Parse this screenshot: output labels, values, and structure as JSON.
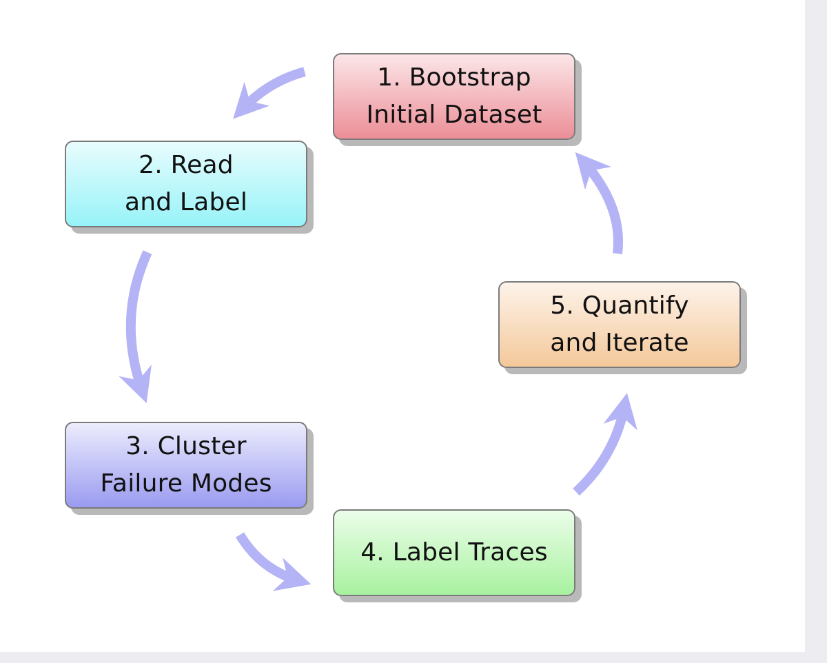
{
  "diagram": {
    "type": "cycle",
    "arrow_color": "#b3b3f6",
    "steps": [
      {
        "id": "n1",
        "line1": "1.  Bootstrap",
        "line2": "Initial Dataset",
        "color": "#ec8e97"
      },
      {
        "id": "n2",
        "line1": "2.  Read",
        "line2": "and Label",
        "color": "#97f3f8"
      },
      {
        "id": "n3",
        "line1": "3.  Cluster",
        "line2": "Failure Modes",
        "color": "#9a9bf0"
      },
      {
        "id": "n4",
        "line1": "4.  Label Traces",
        "line2": "",
        "color": "#a8f2a0"
      },
      {
        "id": "n5",
        "line1": "5.  Quantify",
        "line2": "and Iterate",
        "color": "#f4c89a"
      }
    ],
    "edges": [
      {
        "from": "n1",
        "to": "n2"
      },
      {
        "from": "n2",
        "to": "n3"
      },
      {
        "from": "n3",
        "to": "n4"
      },
      {
        "from": "n4",
        "to": "n5"
      },
      {
        "from": "n5",
        "to": "n1"
      }
    ]
  }
}
